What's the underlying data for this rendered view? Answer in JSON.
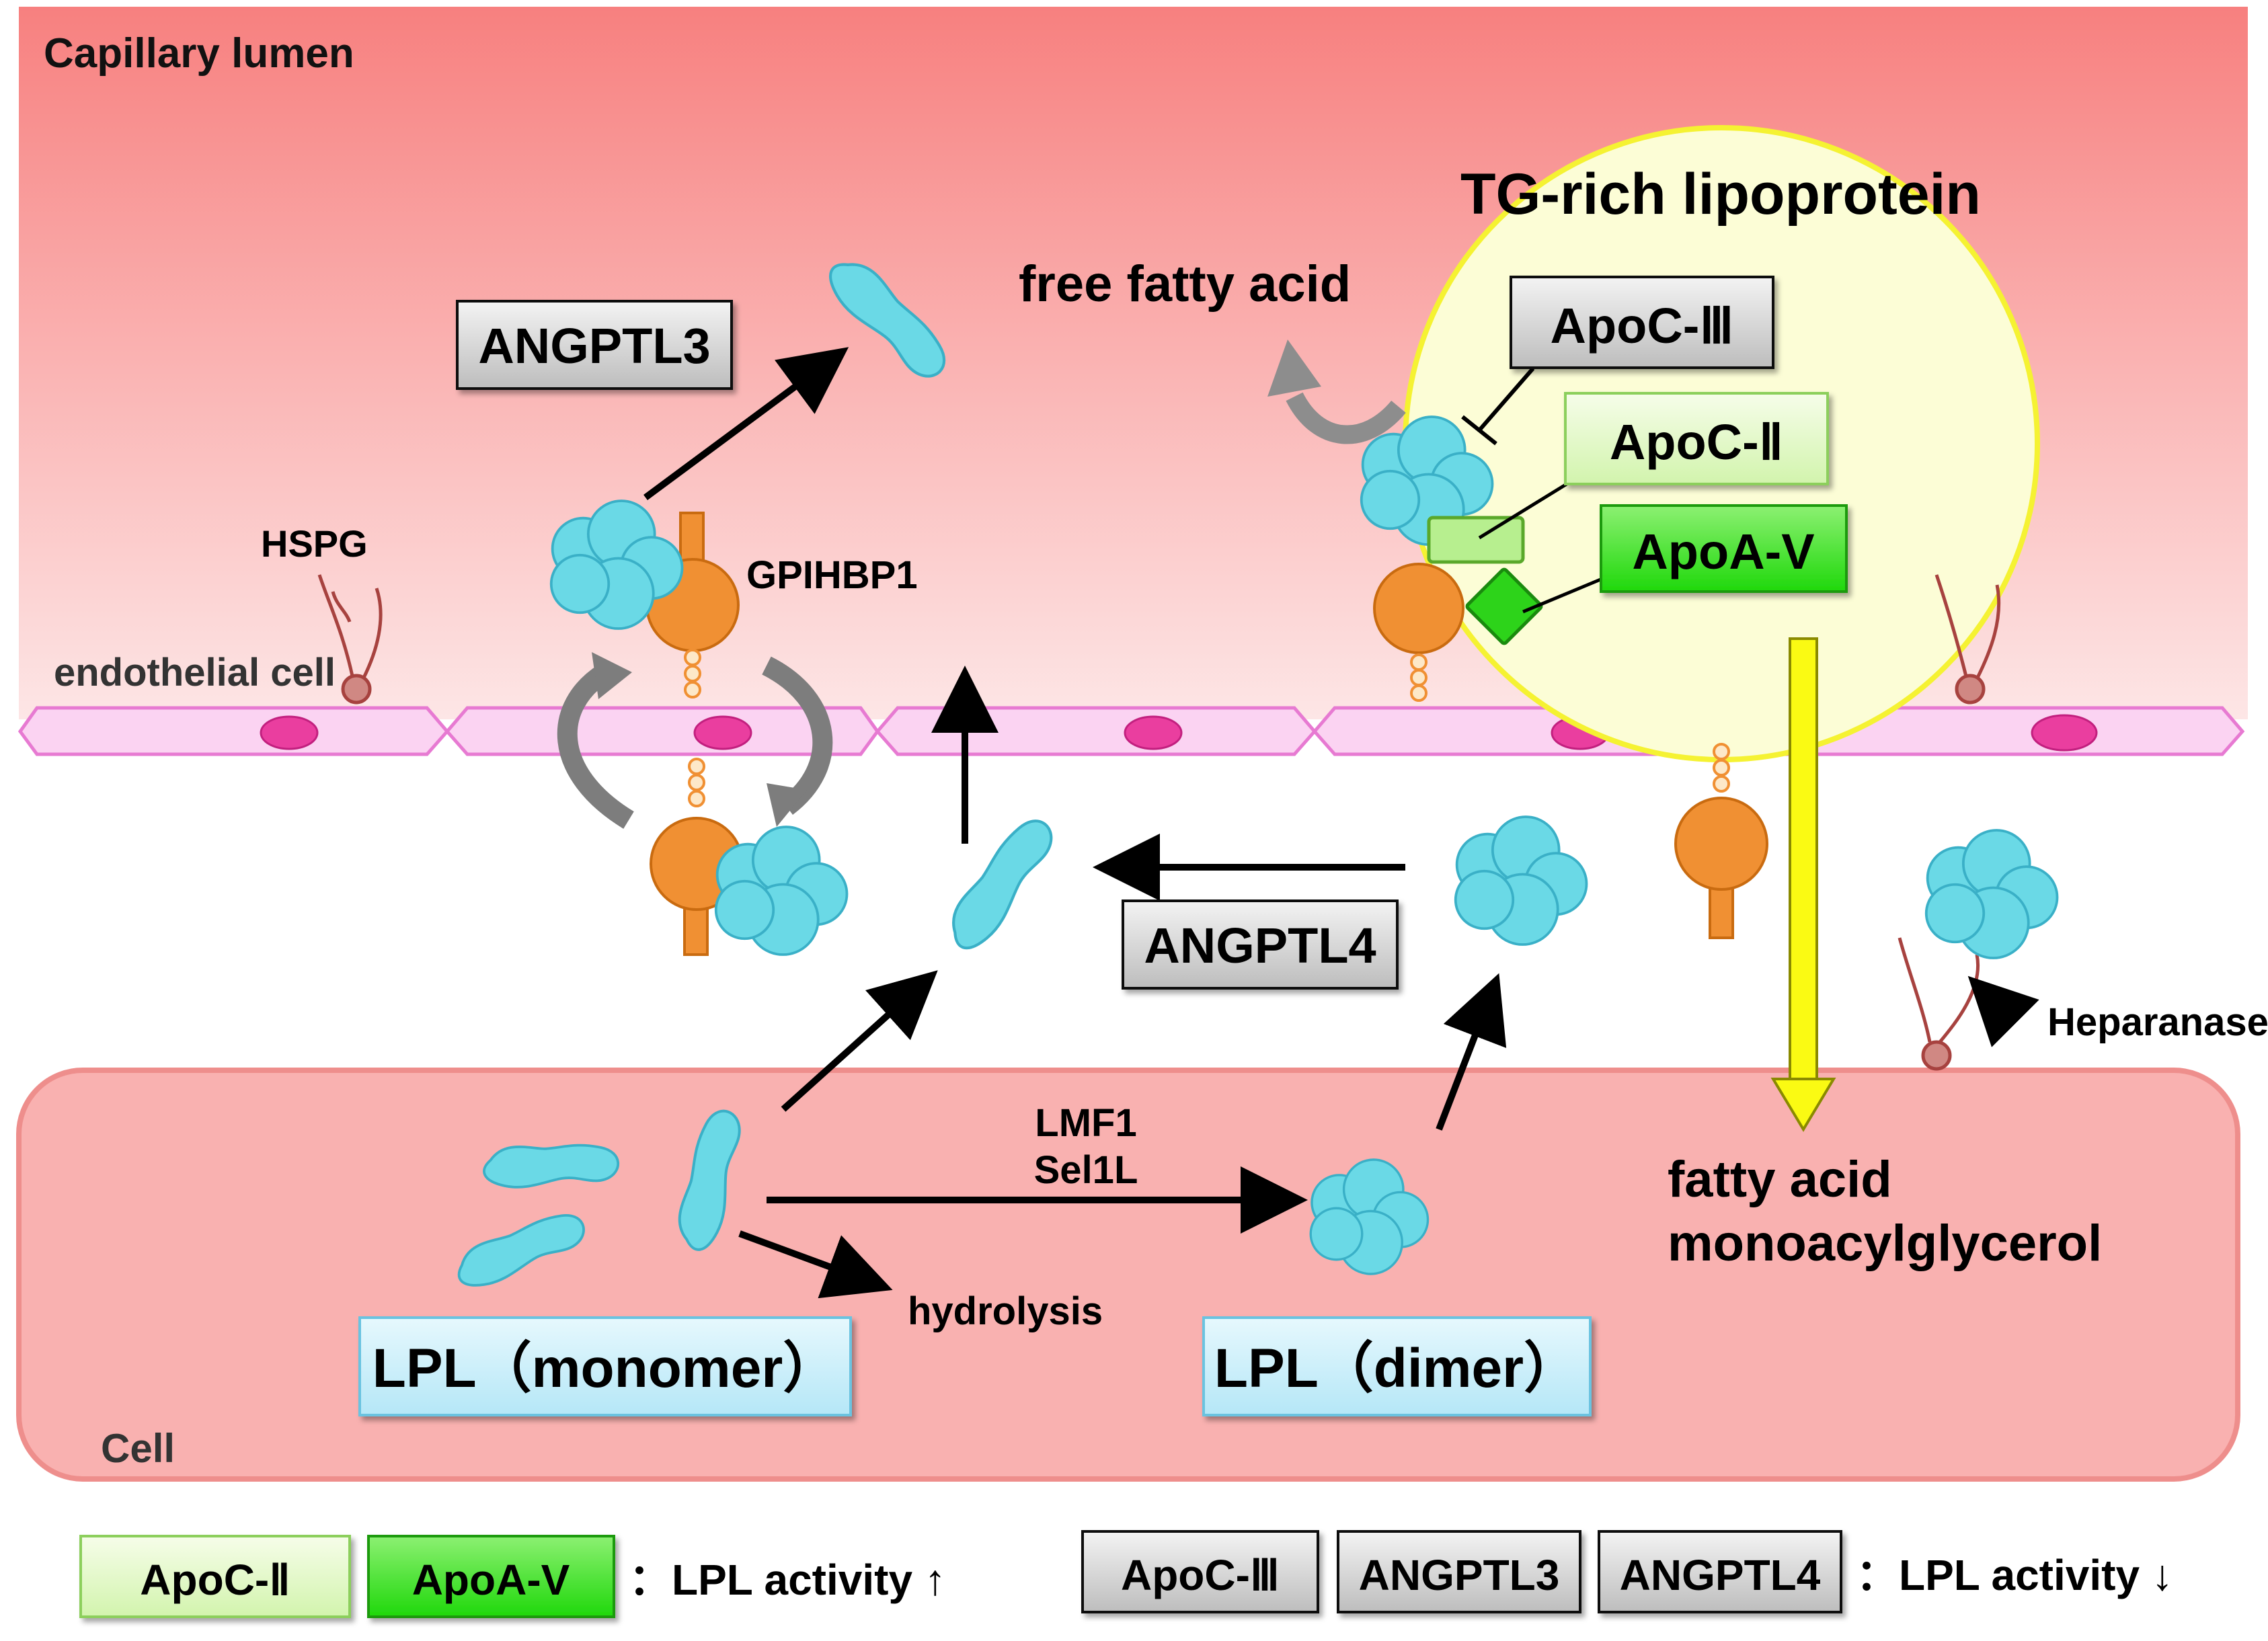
{
  "regions": {
    "capillary_lumen": "Capillary lumen",
    "endothelial_cell": "endothelial cell",
    "cell": "Cell"
  },
  "labels": {
    "tg_rich_lipoprotein": "TG-rich lipoprotein",
    "free_fatty_acid": "free fatty acid",
    "hspg": "HSPG",
    "gpihbp1": "GPIHBP1",
    "lmf1": "LMF1",
    "sel1l": "Sel1L",
    "hydrolysis": "hydrolysis",
    "heparanase": "Heparanase",
    "fatty_acid": "fatty acid",
    "monoacylglycerol": "monoacylglycerol"
  },
  "boxes": {
    "angptl3": "ANGPTL3",
    "angptl4": "ANGPTL4",
    "apoc3": "ApoC-Ⅲ",
    "apoc2": "ApoC-Ⅱ",
    "apoa5": "ApoA-V",
    "lpl_monomer": "LPL（monomer）",
    "lpl_dimer": "LPL（dimer）"
  },
  "legend": {
    "increase": {
      "items": [
        "ApoC-Ⅱ",
        "ApoA-V"
      ],
      "text": "：LPL activity ↑"
    },
    "decrease": {
      "items": [
        "ApoC-Ⅲ",
        "ANGPTL3",
        "ANGPTL4"
      ],
      "text": "：LPL activity ↓"
    }
  },
  "colors": {
    "lumen_top": "#f7807f",
    "lumen_bottom": "#fde6e6",
    "cell_fill": "#f9b1b0",
    "cell_border": "#ee8e8c",
    "endothelium_fill": "#fbd3f2",
    "endothelium_border": "#e77ad2",
    "nucleus": "#ea3e9f",
    "lpl": "#6ad9e6",
    "lpl_border": "#3ab0c7",
    "gpihbp1": "#f09033",
    "lipoprotein_fill": "#fcfdd6",
    "lipoprotein_border": "#f5f232",
    "gray_box": "#d0d0d0",
    "light_green_box": "#e3fbc8",
    "green_box": "#38e51d",
    "lpl_box": "#c9effa",
    "yellow_arrow": "#fafa13",
    "hspg": "#a7423f"
  }
}
